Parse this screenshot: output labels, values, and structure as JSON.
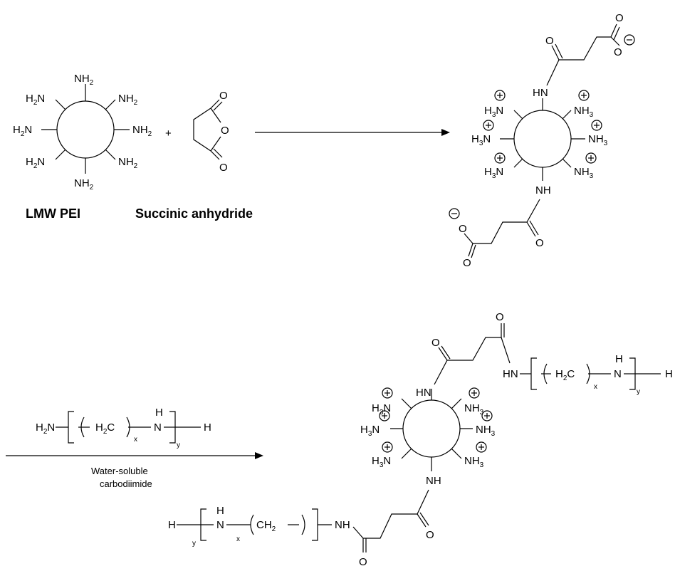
{
  "labels": {
    "pei": "LMW PEI",
    "succinic": "Succinic anhydride",
    "plus": "+",
    "reagent_line1": "Water-soluble",
    "reagent_line2": "carbodiimide"
  },
  "atoms": {
    "n": "N",
    "h": "H",
    "nh": "NH",
    "hn": "HN",
    "o": "O",
    "h2n_h": "H",
    "two": "2",
    "three": "3",
    "x": "x",
    "y": "y",
    "c": "C",
    "ch": "CH",
    "plus_sym": "+",
    "minus_sym": "−"
  }
}
